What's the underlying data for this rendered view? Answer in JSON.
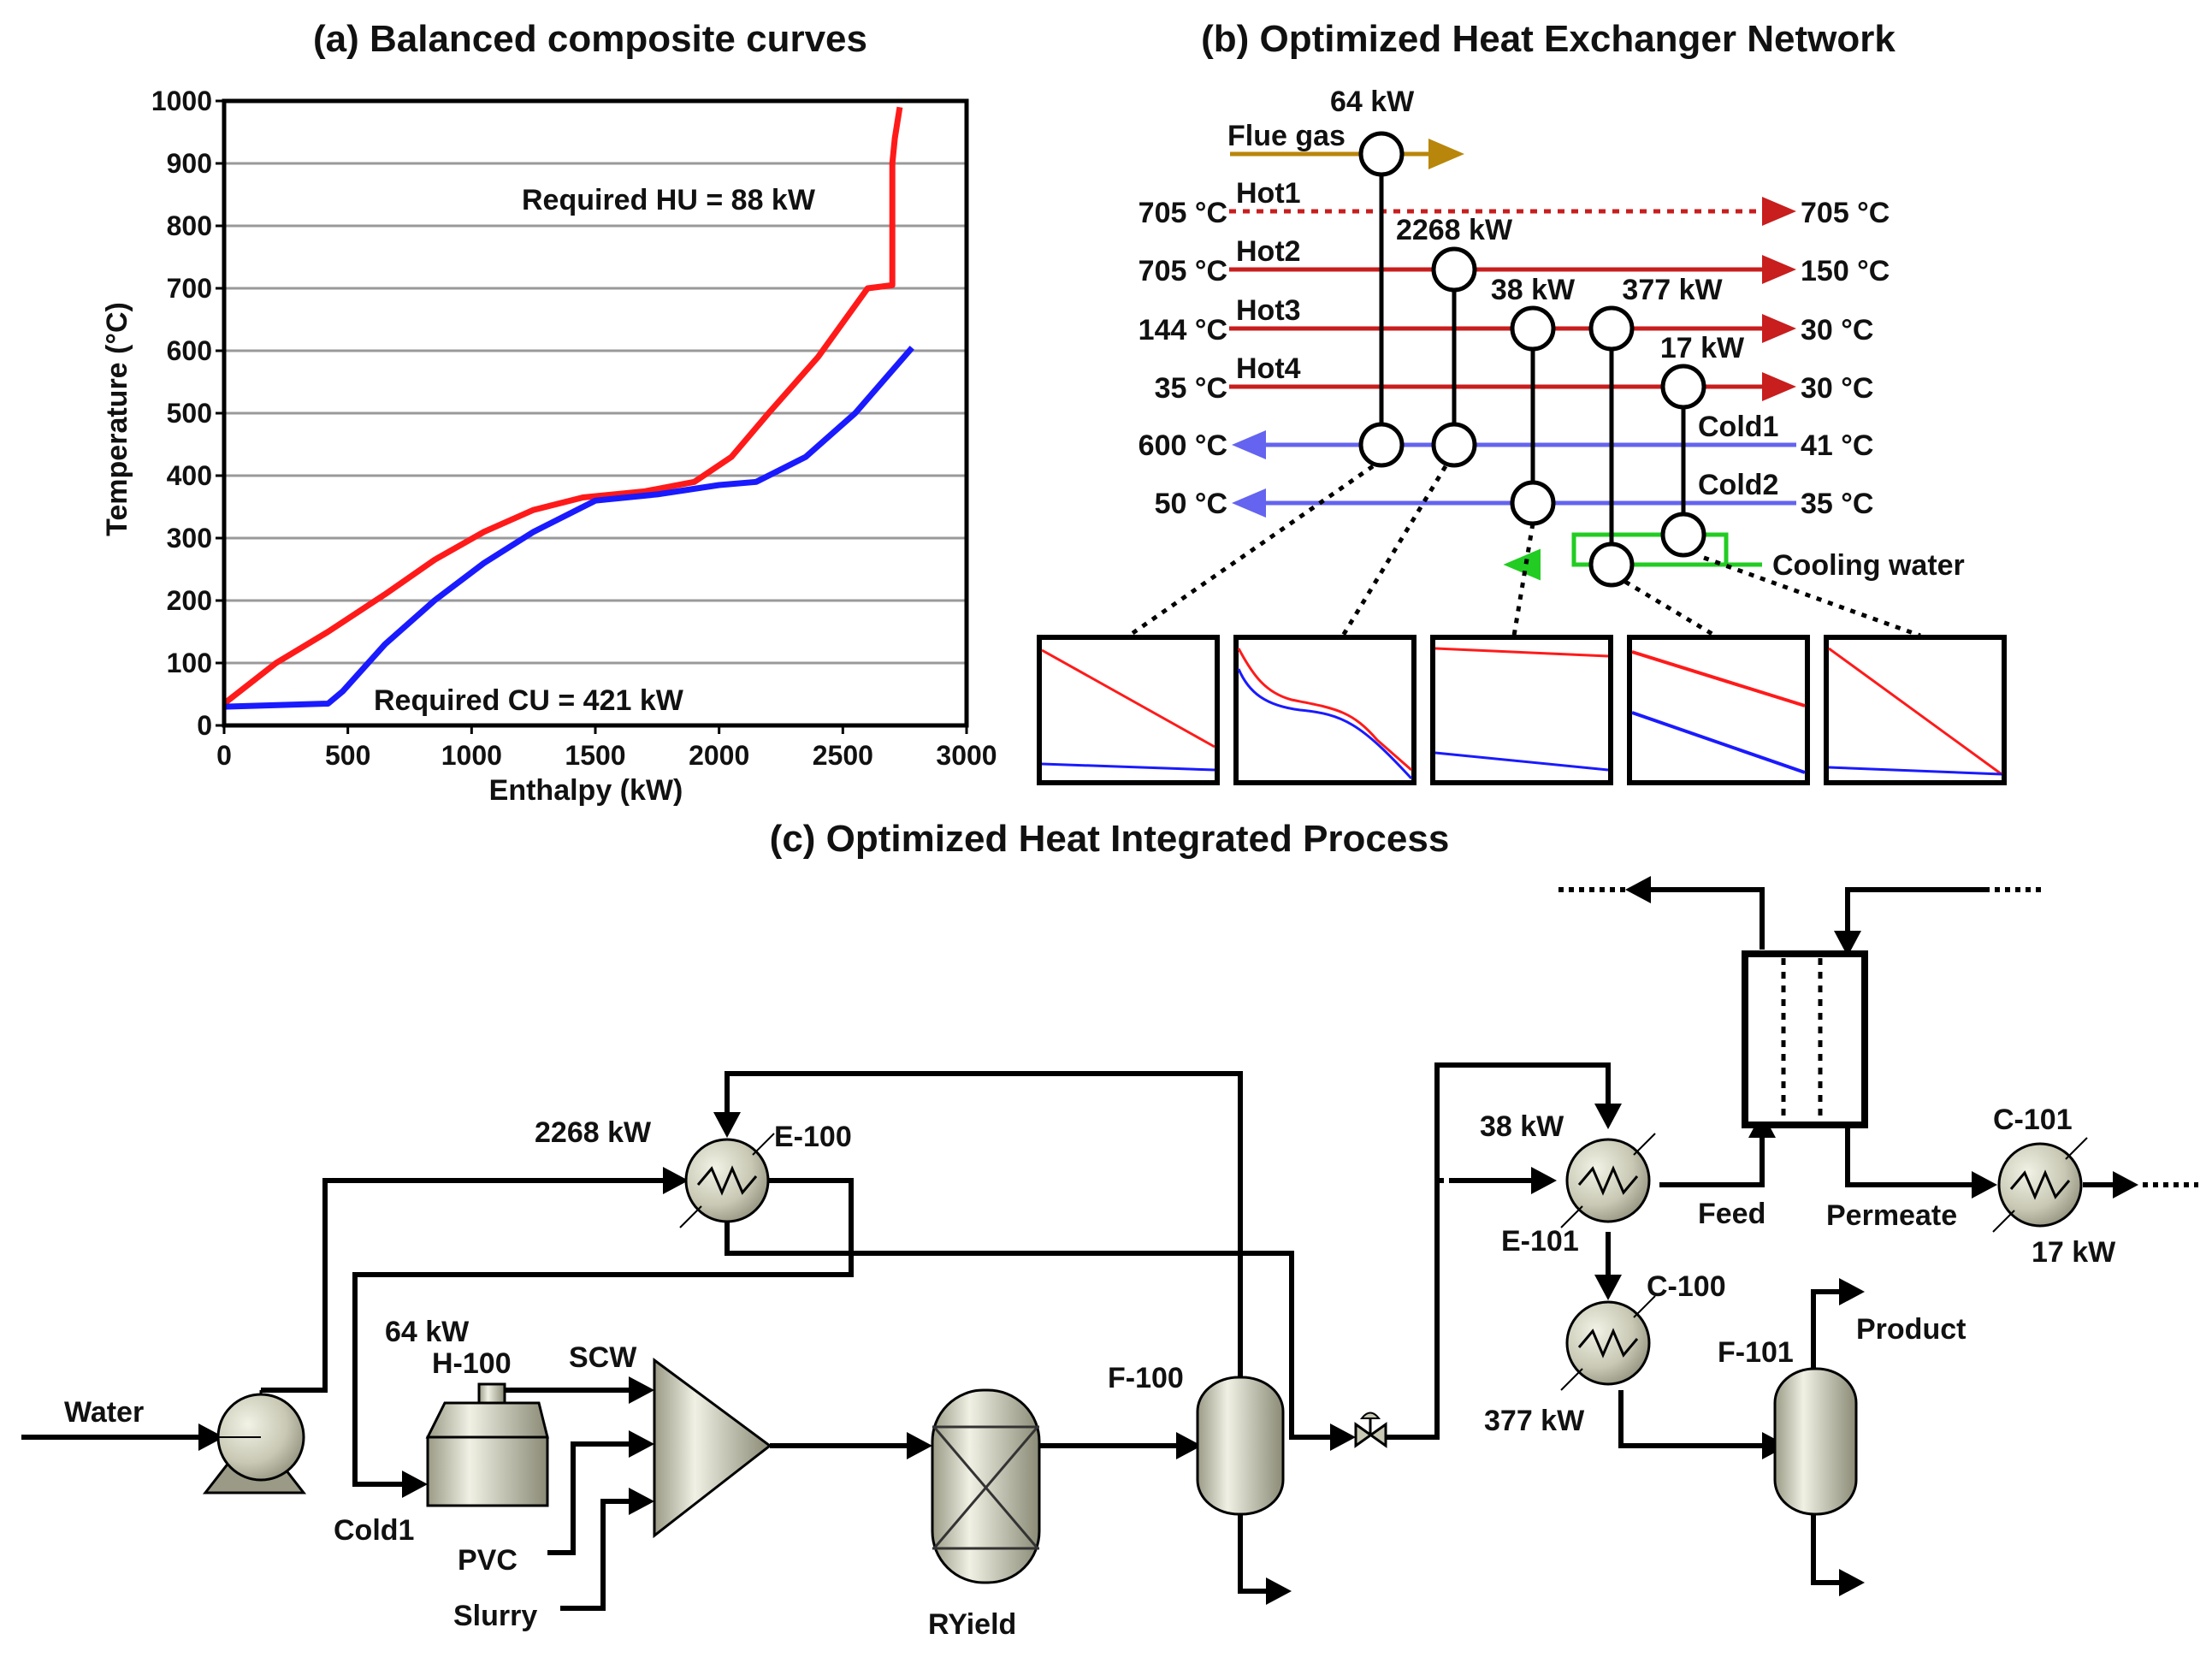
{
  "panels": {
    "a_title": "(a) Balanced composite curves",
    "b_title": "(b) Optimized Heat Exchanger Network",
    "c_title": "(c) Optimized Heat Integrated Process"
  },
  "chart_data": {
    "type": "line",
    "title": "(a) Balanced composite curves",
    "xlabel": "Enthalpy (kW)",
    "ylabel": "Temperature (°C)",
    "xlim": [
      0,
      3000
    ],
    "ylim": [
      0,
      1000
    ],
    "xticks": [
      0,
      500,
      1000,
      1500,
      2000,
      2500,
      3000
    ],
    "yticks": [
      0,
      100,
      200,
      300,
      400,
      500,
      600,
      700,
      800,
      900,
      1000
    ],
    "grid": "horizontal",
    "annotations": [
      {
        "text": "Required HU = 88 kW"
      },
      {
        "text": "Required CU = 421 kW"
      }
    ],
    "series": [
      {
        "color": "#ff1a1a",
        "x": [
          0,
          210,
          420,
          650,
          850,
          1050,
          1250,
          1450,
          1700,
          1900,
          2050,
          2200,
          2400,
          2600,
          2700,
          2700,
          2710,
          2730
        ],
        "y": [
          35,
          100,
          150,
          210,
          265,
          310,
          345,
          365,
          375,
          390,
          430,
          500,
          590,
          700,
          705,
          900,
          940,
          990
        ]
      },
      {
        "color": "#1a1aff",
        "x": [
          0,
          420,
          480,
          650,
          850,
          1050,
          1250,
          1500,
          1750,
          2000,
          2150,
          2350,
          2550,
          2780
        ],
        "y": [
          30,
          35,
          55,
          130,
          200,
          260,
          310,
          360,
          370,
          385,
          390,
          430,
          500,
          605
        ]
      }
    ]
  },
  "hen": {
    "duties": {
      "hu": "64 kW",
      "e100": "2268 kW",
      "e101": "38 kW",
      "c100": "377 kW",
      "c101": "17 kW"
    },
    "flue_gas": "Flue gas",
    "cooling_water": "Cooling water",
    "streams": [
      {
        "name": "Hot1",
        "tin": "705 °C",
        "tout": "705 °C"
      },
      {
        "name": "Hot2",
        "tin": "705 °C",
        "tout": "150 °C"
      },
      {
        "name": "Hot3",
        "tin": "144 °C",
        "tout": "30 °C"
      },
      {
        "name": "Hot4",
        "tin": "35 °C",
        "tout": "30 °C"
      },
      {
        "name": "Cold1",
        "tin": "41 °C",
        "tout": "600 °C"
      },
      {
        "name": "Cold2",
        "tin": "35 °C",
        "tout": "50 °C"
      }
    ]
  },
  "process": {
    "water": "Water",
    "cold1": "Cold1",
    "pvc": "PVC",
    "slurry": "Slurry",
    "scw": "SCW",
    "h100": "H-100",
    "h100_duty": "64 kW",
    "e100": "E-100",
    "e100_duty": "2268 kW",
    "ryield": "RYield",
    "f100": "F-100",
    "e101": "E-101",
    "e101_duty": "38 kW",
    "feed": "Feed",
    "permeate": "Permeate",
    "c101": "C-101",
    "c101_duty": "17 kW",
    "c100": "C-100",
    "c100_duty": "377 kW",
    "f101": "F-101",
    "product": "Product"
  },
  "colors": {
    "hot": "#c81e1e",
    "cold": "#6464f0",
    "cooling": "#22cc22",
    "flue": "#b8860b",
    "vessel": "#c8c8b4"
  }
}
